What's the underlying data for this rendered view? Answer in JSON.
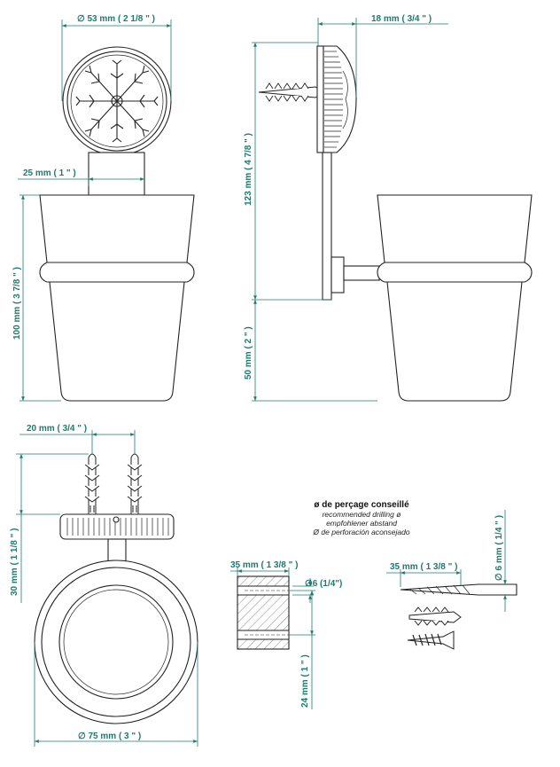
{
  "dimensions": {
    "top_diameter": "∅ 53 mm ( 2 1/8 \" )",
    "side_depth": "18 mm ( 3/4 \" )",
    "bracket_width": "25 mm ( 1 \" )",
    "side_height_top": "123 mm ( 4 7/8 \" )",
    "cup_height": "100 mm ( 3 7/8 \" )",
    "side_height_bottom": "50 mm ( 2 \" )",
    "plug_spacing": "20 mm ( 3/4 \" )",
    "bottom_depth": "30 mm ( 1 1/8 \" )",
    "bottom_diameter": "∅ 75 mm ( 3 \" )",
    "hole_depth": "35 mm ( 1 3/8 \" )",
    "hole_diameter": "∅6 (1/4\")",
    "hole_spacing": "24 mm ( 1 \" )",
    "drill_length": "35 mm ( 1 3/8 \" )",
    "drill_diameter": "∅ 6 mm ( 1/4 \" )"
  },
  "drilling_note": {
    "title": "ø de perçage conseillé",
    "en": "recommended drilling ø",
    "de": "empfohlener abstand",
    "es": "Ø de perforación aconsejado"
  },
  "colors": {
    "dimension": "#1f7a6e",
    "line": "#222222"
  }
}
